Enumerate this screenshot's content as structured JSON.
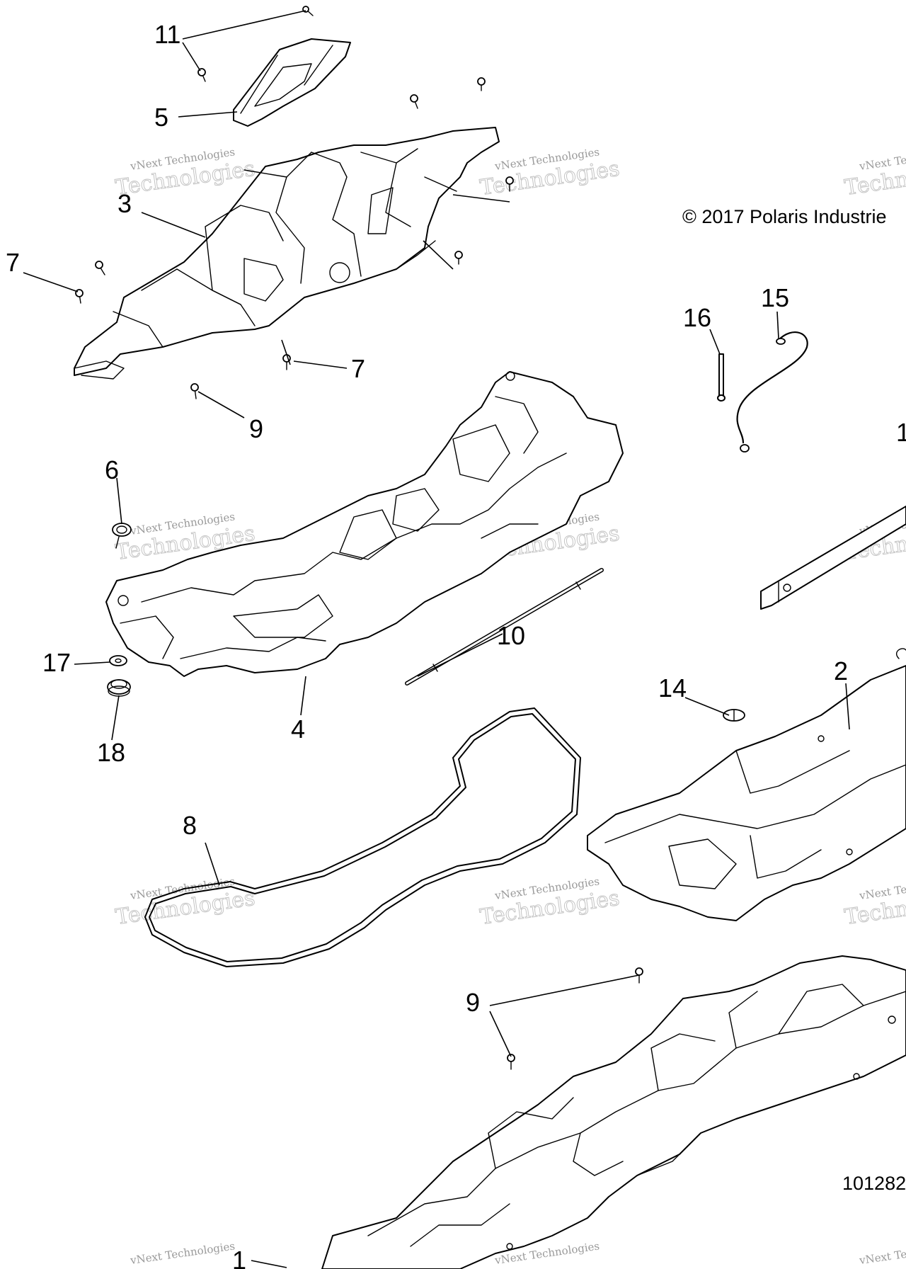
{
  "copyright": "© 2017 Polaris Industrie",
  "diagram_number": "101282",
  "watermark": {
    "line1": "vNext Technologies",
    "line2": "Technologies"
  },
  "callouts": {
    "c1": "1",
    "c2": "2",
    "c3": "3",
    "c4": "4",
    "c5": "5",
    "c6": "6",
    "c7a": "7",
    "c7b": "7",
    "c8": "8",
    "c9a": "9",
    "c9b": "9",
    "c10": "10",
    "c11": "11",
    "c14": "14",
    "c15": "15",
    "c16": "16",
    "c17": "17",
    "c18": "18",
    "c1x": "1"
  }
}
